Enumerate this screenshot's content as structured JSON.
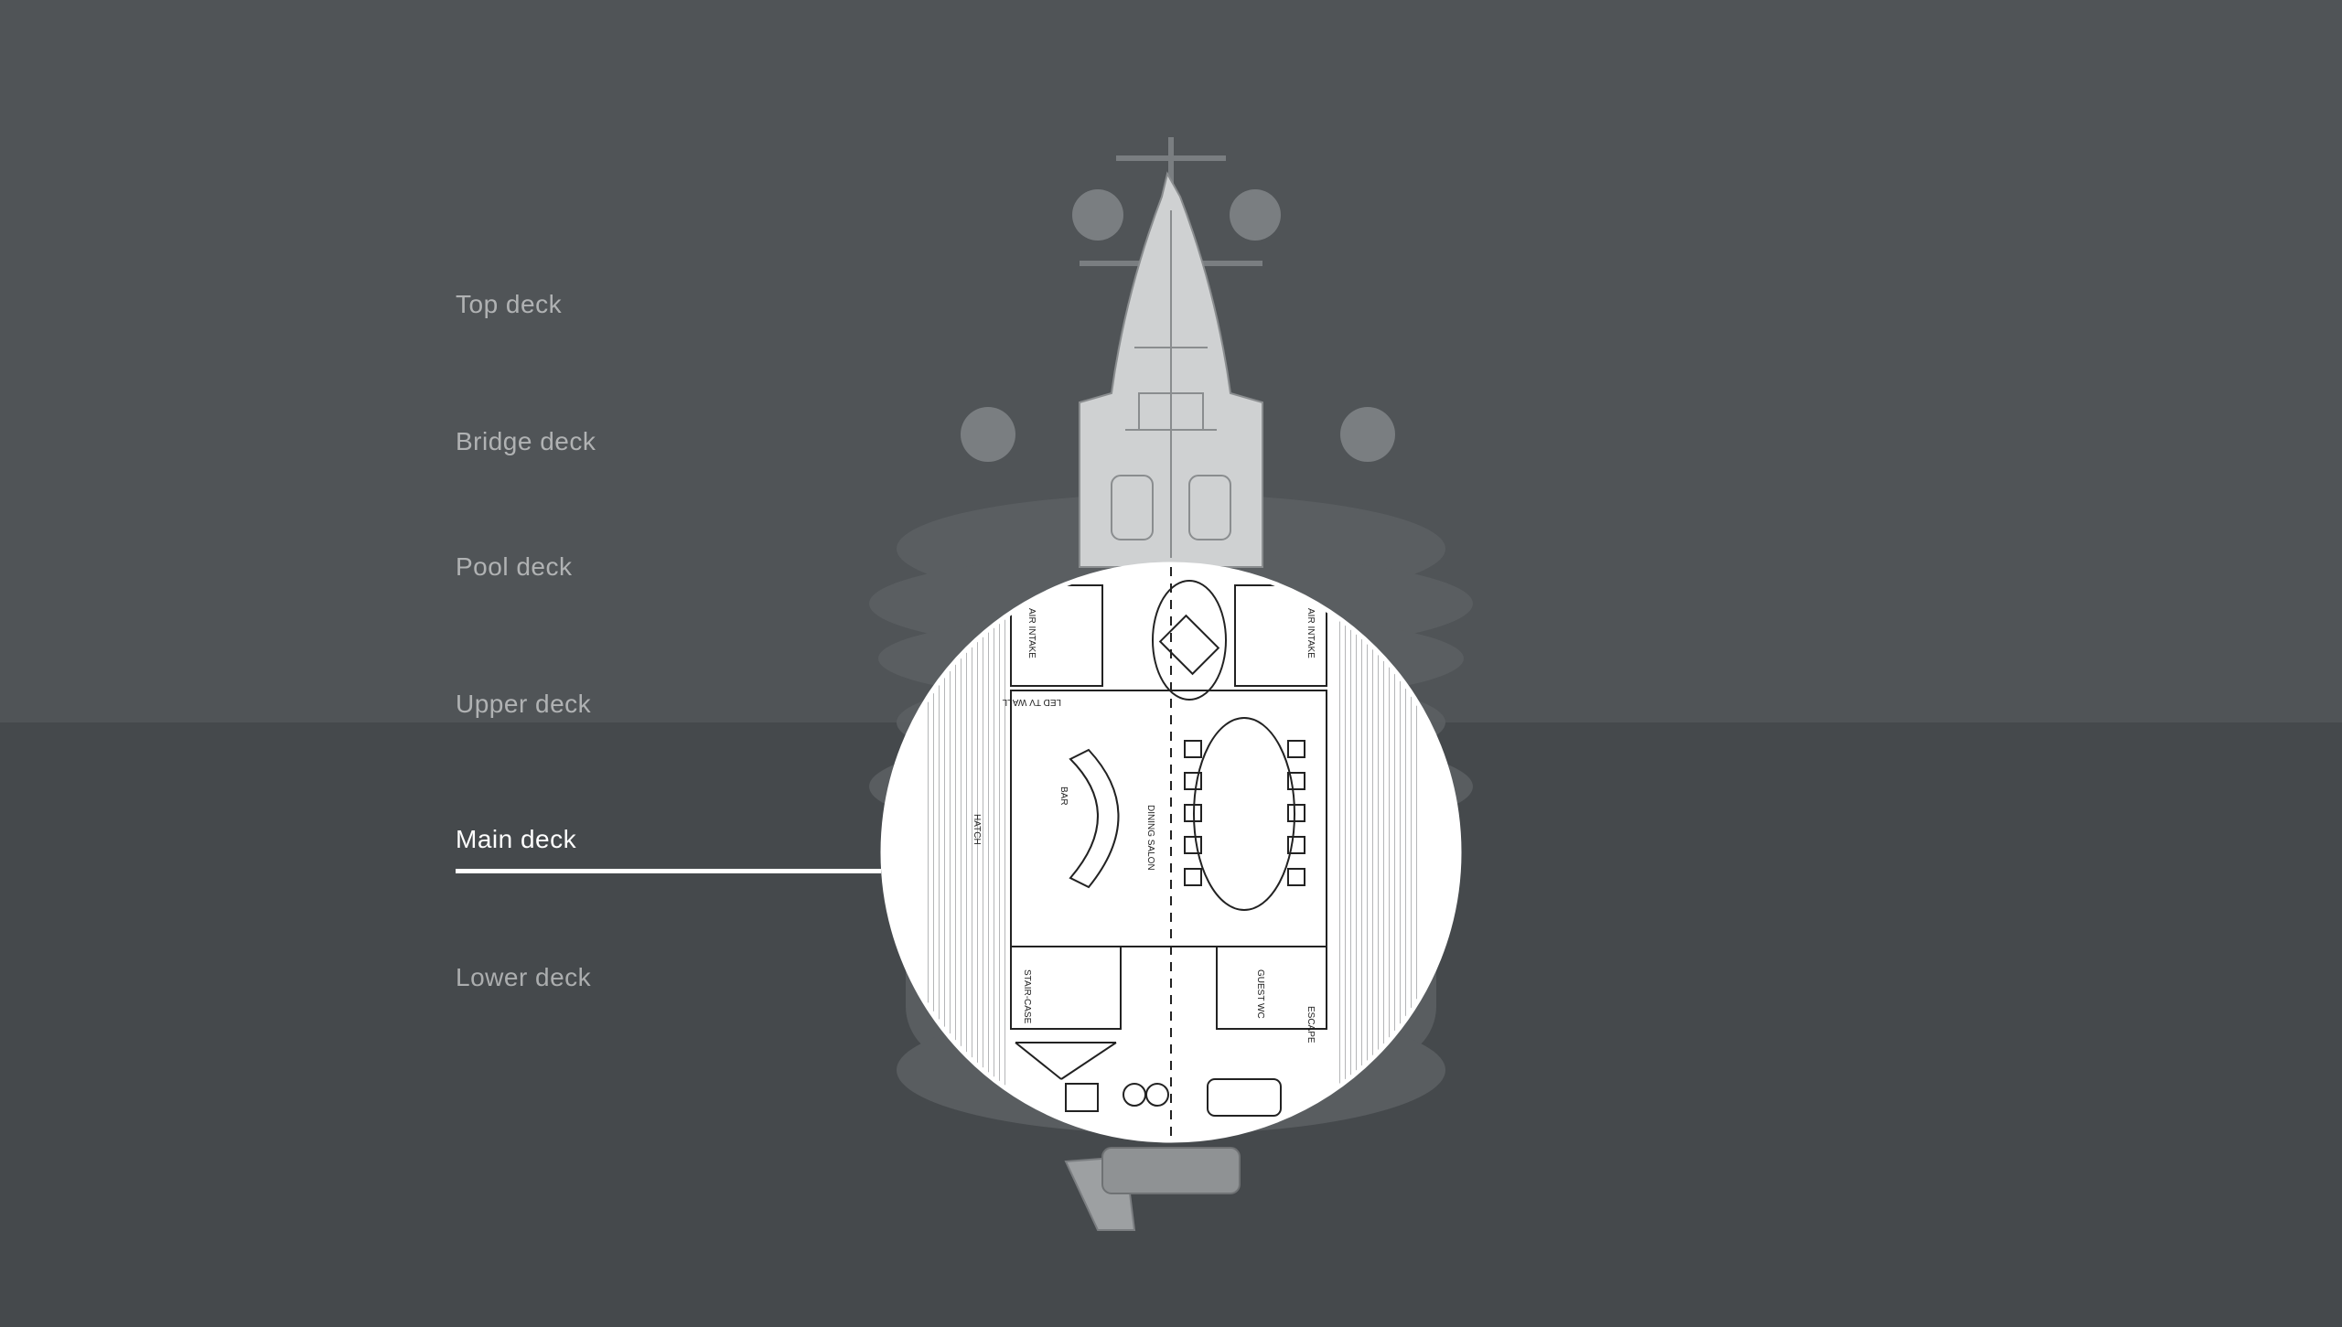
{
  "decks": {
    "items": [
      {
        "label": "Top deck"
      },
      {
        "label": "Bridge deck"
      },
      {
        "label": "Pool deck"
      },
      {
        "label": "Upper deck"
      },
      {
        "label": "Main deck"
      },
      {
        "label": "Lower deck"
      }
    ],
    "active": "Main deck"
  },
  "plan": {
    "room_labels": {
      "dining_salon": "DINING SALON",
      "bar": "BAR",
      "staircase": "STAIR-CASE",
      "guest_wc": "GUEST WC",
      "escape": "ESCAPE",
      "led_tv_wall": "LED TV WALL",
      "hatch": "HATCH",
      "air_intake_left": "AIR INTAKE",
      "air_intake_right": "AIR INTAKE"
    }
  },
  "colors": {
    "background": "#4f5356",
    "sea": "#464a4d",
    "active": "#ffffff",
    "inactive": "rgba(255,255,255,0.55)"
  }
}
